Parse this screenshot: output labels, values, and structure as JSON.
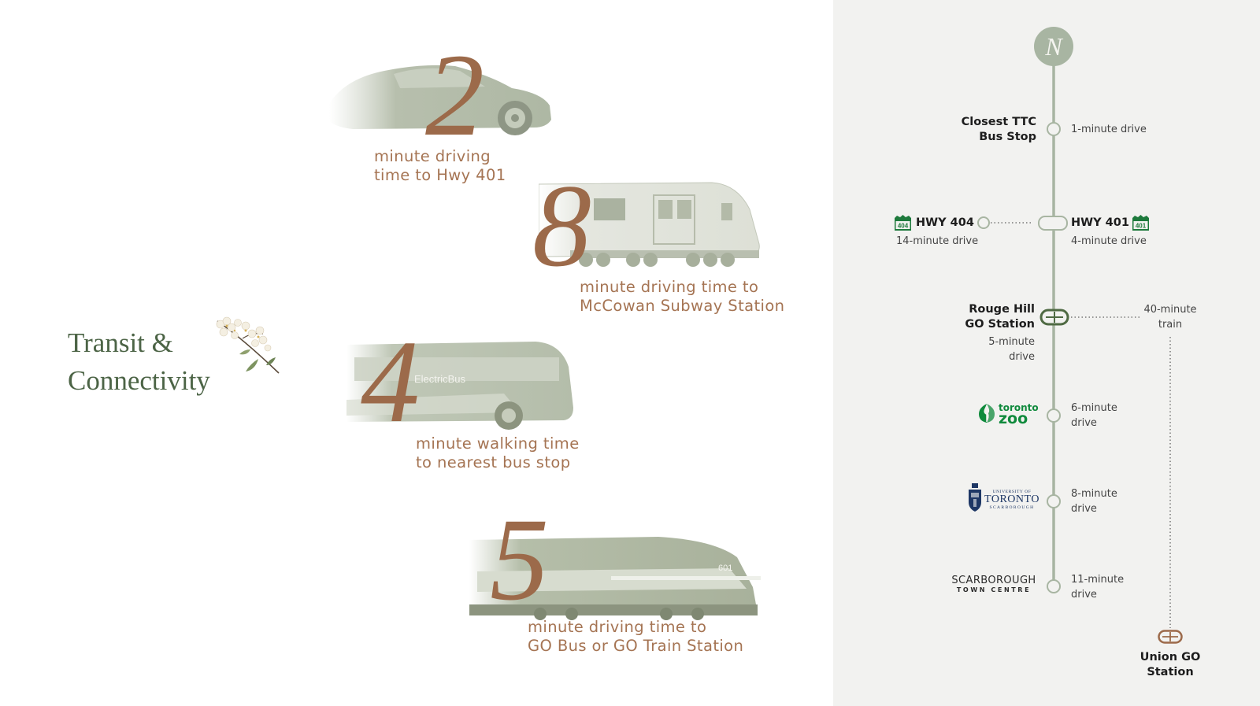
{
  "heading": {
    "line1": "Transit &",
    "line2": "Connectivity"
  },
  "stats": [
    {
      "number": "2",
      "line1": "minute driving",
      "line2": "time to Hwy 401",
      "vehicle": "car-image"
    },
    {
      "number": "8",
      "line1": "minute driving time to",
      "line2": "McCowan Subway Station",
      "vehicle": "subway-train-image"
    },
    {
      "number": "4",
      "line1": "minute walking time",
      "line2": "to nearest bus stop",
      "vehicle": "bus-image",
      "vehicle_text": "ElectricBus"
    },
    {
      "number": "5",
      "line1": "minute driving time to",
      "line2": "GO Bus or GO Train Station",
      "vehicle": "go-train-image",
      "vehicle_text": "601"
    }
  ],
  "map": {
    "logo_letter": "N",
    "stops": {
      "ttc": {
        "name_line1": "Closest TTC",
        "name_line2": "Bus Stop",
        "time": "1-minute drive"
      },
      "hwy404": {
        "name": "HWY 404",
        "shield": "404",
        "time": "14-minute drive"
      },
      "hwy401": {
        "name": "HWY 401",
        "shield": "401",
        "time": "4-minute drive"
      },
      "rouge": {
        "name_line1": "Rouge Hill",
        "name_line2": "GO Station",
        "time_line1": "5-minute",
        "time_line2": "drive"
      },
      "train": {
        "time_line1": "40-minute",
        "time_line2": "train"
      },
      "zoo": {
        "logo_line1": "toronto",
        "logo_line2": "zoo",
        "time_line1": "6-minute",
        "time_line2": "drive"
      },
      "uoft": {
        "logo_small": "UNIVERSITY OF",
        "logo_big": "TORONTO",
        "logo_sub": "SCARBOROUGH",
        "time_line1": "8-minute",
        "time_line2": "drive"
      },
      "stc": {
        "logo_line1": "SCARBOROUGH",
        "logo_line2": "TOWN CENTRE",
        "time_line1": "11-minute",
        "time_line2": "drive"
      },
      "union": {
        "name_line1": "Union GO",
        "name_line2": "Station"
      }
    }
  },
  "colors": {
    "heading_green": "#4c6446",
    "copper": "#9c6a4a",
    "line_sage": "#a8b5a2",
    "hwy_green": "#1e7a3c",
    "zoo_green": "#0f8a3c",
    "uoft_blue": "#1e3765"
  }
}
